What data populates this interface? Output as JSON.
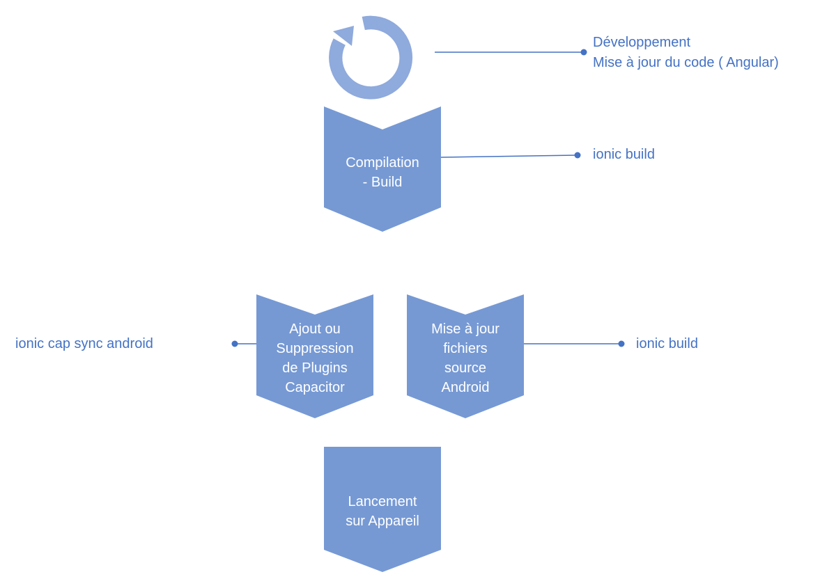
{
  "colors": {
    "shape_fill": "#7699d4",
    "cycle_fill": "#8faadc",
    "connector": "#4472c4",
    "annotation_text": "#4472c4",
    "shape_text": "#ffffff"
  },
  "cycle": {
    "icon": "circular-arrow-icon",
    "annotation_line1": "Développement",
    "annotation_line2": "Mise à jour du code ( Angular)"
  },
  "steps": {
    "compile": {
      "label": "Compilation\n- Build",
      "annotation": "ionic build"
    },
    "plugins": {
      "label": "Ajout ou\nSuppression\nde Plugins\nCapacitor",
      "annotation": "ionic cap sync android"
    },
    "android": {
      "label": "Mise à jour\nfichiers\nsource\nAndroid",
      "annotation": "ionic build"
    },
    "launch": {
      "label": "Lancement\nsur Appareil"
    }
  }
}
